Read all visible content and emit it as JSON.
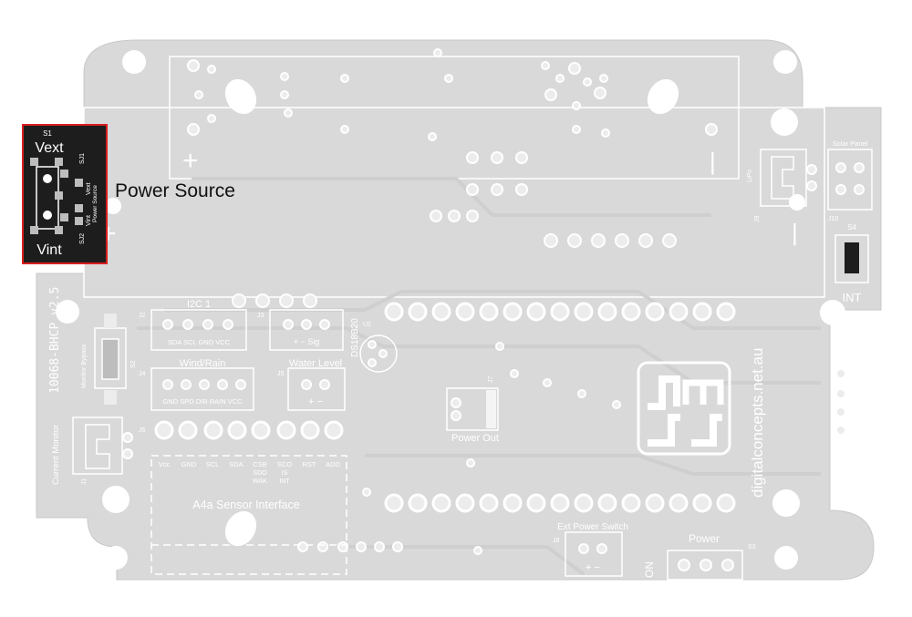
{
  "colors": {
    "board": "#d9d9d9",
    "silk": "#ffffff",
    "pad": "#ececec",
    "highlight": "#d81e1e",
    "dark": "#1d1d1d"
  },
  "callout": {
    "label": "Power Source"
  },
  "switch_s1": {
    "ref": "S1",
    "top": "Vext",
    "bottom": "Vint",
    "side_top": "SJ1",
    "side_bottom": "SJ2",
    "vert_a": "Vext",
    "vert_b": "Power Source",
    "vert_c": "Vint"
  },
  "board": {
    "version": "10068-BHCP v2.5",
    "current_monitor": "Current Monitor",
    "j1": "J1",
    "monitor_bypass": "Monitor Bypass",
    "s2": "S2",
    "i2c": {
      "title": "I2C 1",
      "ref": "J2",
      "pins": "SDA SCL GND VCC"
    },
    "j3": {
      "ref": "J3",
      "pins": "+  −  Sig"
    },
    "ds18b20": {
      "label": "DS18B20",
      "ref": "U2"
    },
    "wind": {
      "title": "Wind/Rain",
      "ref": "J4",
      "pins": "GND SPD DIR RAIN VCC"
    },
    "water": {
      "title": "Water Level",
      "ref": "J5",
      "pins": "+  −"
    },
    "j6": "J6",
    "a4a": {
      "title": "A4a Sensor Interface",
      "pins": [
        "Vcc",
        "GND",
        "SCL",
        "SDA",
        "CSB",
        "SCO",
        "RST",
        "ADD"
      ],
      "sub1": [
        "SDO",
        "IS"
      ],
      "sub2": [
        "WAK",
        "INT"
      ]
    },
    "j7": "J7",
    "power_out": "Power Out",
    "ext_power": {
      "title": "Ext Power Switch",
      "ref": "J8",
      "pins": "+  −"
    },
    "power": {
      "title": "Power",
      "ref": "S3",
      "on": "ON"
    },
    "website": "digitalconcepts.net.au",
    "solar": {
      "title": "Solar Panel",
      "ref": "J10",
      "j9": "J9",
      "lipo": "LiPo"
    },
    "s4": {
      "ref": "S4",
      "label": "INT"
    },
    "plus": "+",
    "minus": "−"
  }
}
